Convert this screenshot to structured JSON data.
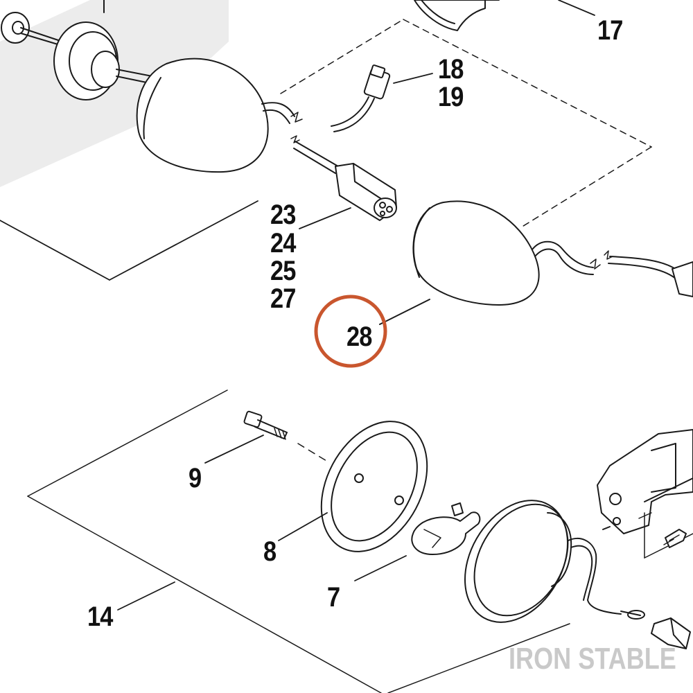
{
  "callouts": {
    "c17": "17",
    "c18": "18",
    "c19": "19",
    "c23": "23",
    "c24": "24",
    "c25": "25",
    "c27": "27",
    "c28": "28",
    "c9": "9",
    "c8": "8",
    "c7": "7",
    "c14": "14"
  },
  "watermark": "IRON STABLE",
  "colors": {
    "line": "#1a1a1a",
    "highlight_circle": "#c9562e",
    "watermark": "#c9c9c9",
    "watermark_bg": "#ececec"
  }
}
